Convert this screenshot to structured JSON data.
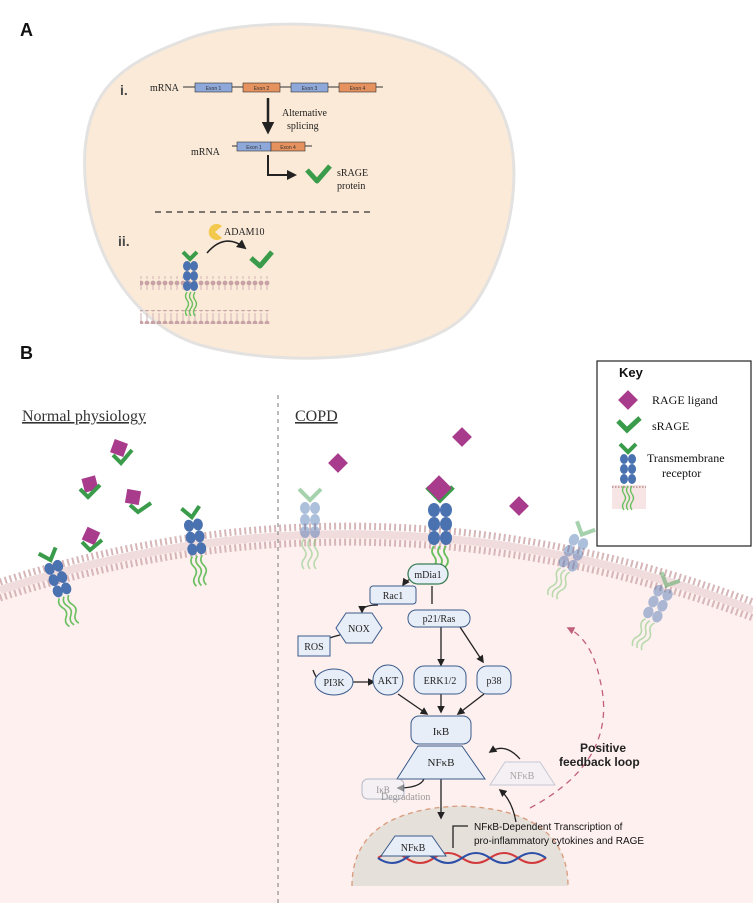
{
  "panel_a": {
    "label": "A",
    "sub_i": "i.",
    "sub_ii": "ii.",
    "mrna_label": "mRNA",
    "exons": [
      "Exon 1",
      "Exon 2",
      "Exon 3",
      "Exon 4"
    ],
    "splice_label_1": "Alternative",
    "splice_label_2": "splicing",
    "spliced_mrna_label": "mRNA",
    "spliced_exons": [
      "Exon 1",
      "Exon 4"
    ],
    "srage_protein_1": "sRAGE",
    "srage_protein_2": "protein",
    "adam10": "ADAM10"
  },
  "panel_b": {
    "label": "B",
    "normal": "Normal physiology",
    "copd": "COPD",
    "nodes": {
      "mdia1": "mDia1",
      "rac1": "Rac1",
      "nox": "NOX",
      "ros": "ROS",
      "pi3k": "PI3K",
      "akt": "AKT",
      "p21ras": "p21/Ras",
      "erk": "ERK1/2",
      "p38": "p38",
      "ikb": "IκB",
      "nfkb": "NFκB",
      "ikb_degraded": "IκB",
      "degradation": "Degradation",
      "nfkb_ghost": "NFκB",
      "nfkb_nucleus": "NFκB"
    },
    "feedback_1": "Positive",
    "feedback_2": "feedback loop",
    "transcription_1": "NFκB-Dependent Transcription of",
    "transcription_2": "pro-inflammatory cytokines and RAGE"
  },
  "key": {
    "title": "Key",
    "items": [
      "RAGE ligand",
      "sRAGE",
      "Transmembrane",
      "receptor"
    ]
  },
  "colors": {
    "cell_fill": "#fbead7",
    "ligand": "#a83b8b",
    "srage": "#3a9c4b",
    "receptor": "#4a72b0",
    "membrane_head": "#c7a3a5",
    "exon_blue": "#8ea8d9",
    "exon_orange": "#e6925e",
    "node_fill": "#e8eef8"
  }
}
